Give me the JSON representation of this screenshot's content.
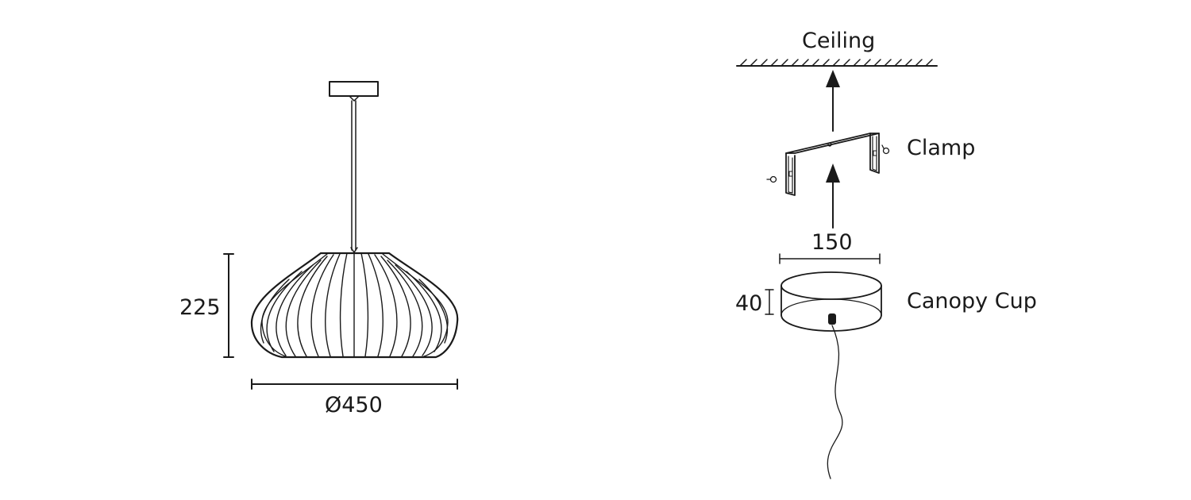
{
  "pendant": {
    "height_label": "225",
    "diameter_label": "Ø450"
  },
  "install": {
    "ceiling_label": "Ceiling",
    "clamp_label": "Clamp",
    "width_label": "150",
    "cup_height_label": "40",
    "canopy_label": "Canopy Cup"
  },
  "style": {
    "line_color": "#1a1a1a",
    "background": "#ffffff"
  }
}
